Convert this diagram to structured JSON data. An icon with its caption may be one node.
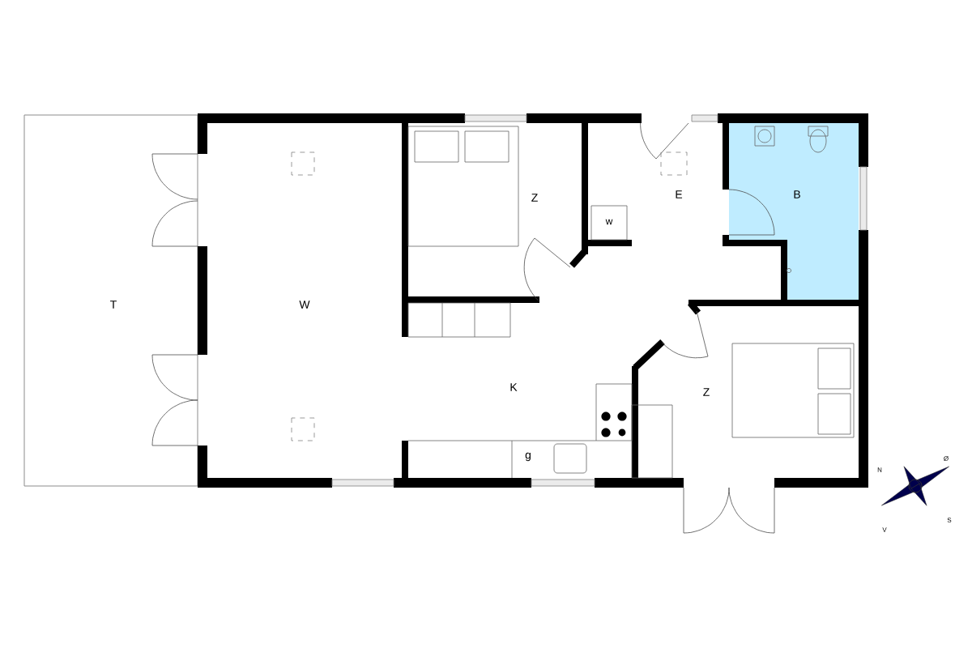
{
  "diagram": {
    "labels": [
      "T",
      "W",
      "Z",
      "w",
      "E",
      "B",
      "K",
      "Z",
      "g",
      "N",
      "Ø",
      "S",
      "V"
    ]
  }
}
